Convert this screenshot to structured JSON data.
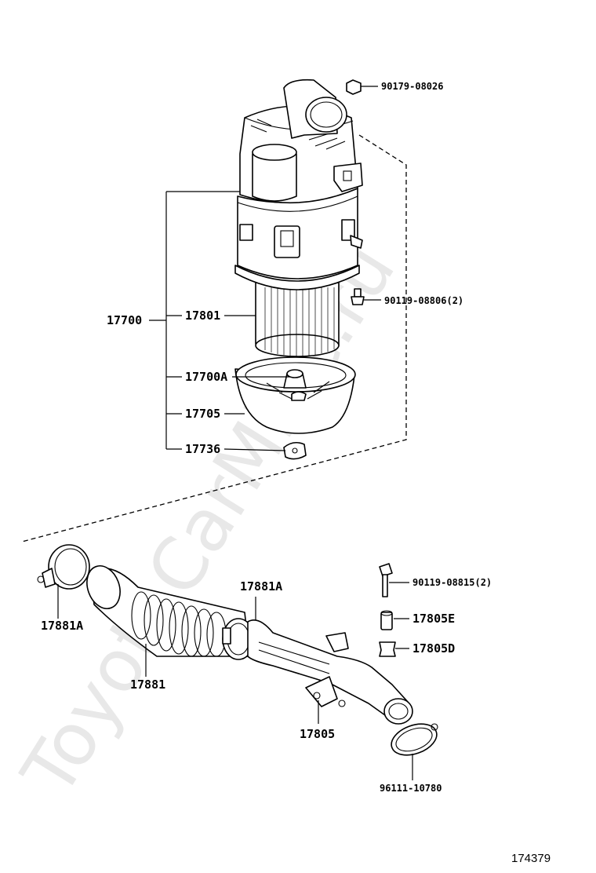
{
  "diagram": {
    "watermark": "ToyotaCarMine.ru",
    "figure_id": "174379",
    "labels": {
      "p90179_08026": "90179-08026",
      "p90119_08806": "90119-08806(2)",
      "p17700": "17700",
      "p17801": "17801",
      "p17700A": "17700A",
      "p17705": "17705",
      "p17736": "17736",
      "p17881A_top": "17881A",
      "p17881A_left": "17881A",
      "p17881": "17881",
      "p17805": "17805",
      "p90119_08815": "90119-08815(2)",
      "p17805E": "17805E",
      "p17805D": "17805D",
      "p96111_10780": "96111-10780"
    }
  }
}
